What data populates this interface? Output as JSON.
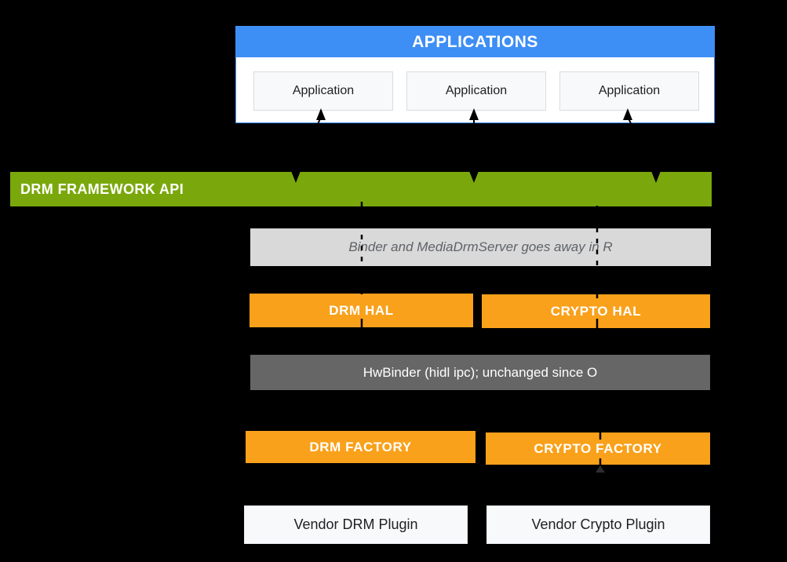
{
  "diagram": {
    "applications": {
      "header": "APPLICATIONS",
      "apps": [
        {
          "label": "Application"
        },
        {
          "label": "Application"
        },
        {
          "label": "Application"
        }
      ]
    },
    "framework_api": {
      "label": "DRM FRAMEWORK API"
    },
    "binder_note": {
      "label": "Binder and MediaDrmServer  goes away in R"
    },
    "drm_hal": {
      "label": "DRM HAL"
    },
    "crypto_hal": {
      "label": "CRYPTO HAL"
    },
    "hwbinder": {
      "label": "HwBinder (hidl ipc); unchanged since O"
    },
    "drm_factory": {
      "label": "DRM FACTORY"
    },
    "crypto_factory": {
      "label": "CRYPTO FACTORY"
    },
    "vendor_drm_plugin": {
      "label": "Vendor DRM Plugin"
    },
    "vendor_crypto_plugin": {
      "label": "Vendor Crypto Plugin"
    }
  },
  "icons": {
    "app_to_framework_arrows": "double-headed-vertical-arrows",
    "framework_to_hal_links": "dashed-vertical-lines"
  },
  "colors": {
    "background": "#000000",
    "applications_header": "#3D8EF5",
    "framework_bar": "#7AA80C",
    "orange_box": "#F9A11B",
    "binder_note_bg": "#D9D9D9",
    "binder_note_text": "#5F6368",
    "hwbinder_bg": "#666666",
    "light_box_bg": "#F8F9FA",
    "light_box_border": "#DADCE0",
    "dark_text": "#202124",
    "white_text": "#FFFFFF"
  }
}
